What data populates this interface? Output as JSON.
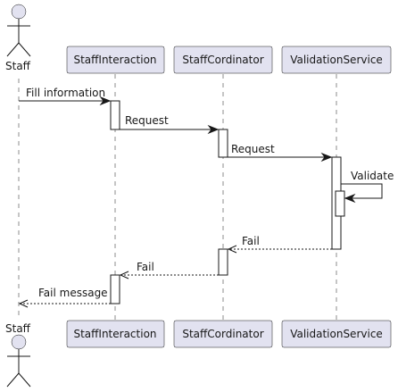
{
  "diagram": {
    "actor": {
      "label": "Staff"
    },
    "participants": [
      {
        "id": "p1",
        "label": "StaffInteraction"
      },
      {
        "id": "p2",
        "label": "StaffCordinator"
      },
      {
        "id": "p3",
        "label": "ValidationService"
      }
    ],
    "messages": [
      {
        "from": "Staff",
        "to": "StaffInteraction",
        "label": "Fill information",
        "style": "solid"
      },
      {
        "from": "StaffInteraction",
        "to": "StaffCordinator",
        "label": "Request",
        "style": "solid"
      },
      {
        "from": "StaffCordinator",
        "to": "ValidationService",
        "label": "Request",
        "style": "solid"
      },
      {
        "from": "ValidationService",
        "to": "ValidationService",
        "label": "Validate",
        "style": "solid"
      },
      {
        "from": "ValidationService",
        "to": "StaffCordinator",
        "label": "Fail",
        "style": "dashed"
      },
      {
        "from": "StaffCordinator",
        "to": "StaffInteraction",
        "label": "Fail",
        "style": "dashed"
      },
      {
        "from": "StaffInteraction",
        "to": "Staff",
        "label": "Fail message",
        "style": "dashed"
      }
    ]
  },
  "colors": {
    "participant_fill": "#E2E2F0",
    "line": "#181818",
    "activation_fill": "#FFFFFF"
  }
}
